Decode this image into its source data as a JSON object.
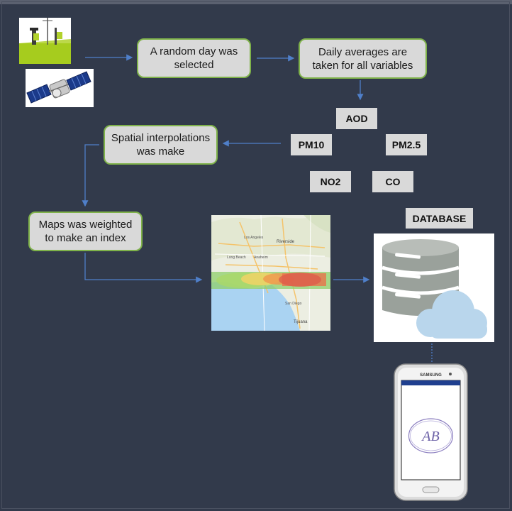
{
  "steps": {
    "random_day": "A random day was selected",
    "daily_averages": "Daily averages are taken for all variables",
    "spatial_interp": "Spatial interpolations was make",
    "maps_weighted": "Maps was weighted to make an index"
  },
  "variables": [
    "AOD",
    "PM10",
    "PM2.5",
    "NO2",
    "CO"
  ],
  "database_label": "DATABASE",
  "map_labels": {
    "los_angeles": "Los Angeles",
    "riverside": "Riverside",
    "long_beach": "Long Beach",
    "anaheim": "Anaheim",
    "san_diego": "San Diego",
    "tijuana": "Tijuana"
  },
  "phone_brand": "SAMSUNG",
  "app_logo": "AB",
  "colors": {
    "background": "#323a4b",
    "box_fill": "#d9d9d9",
    "box_border": "#7fb24a",
    "arrow": "#4f7fc9"
  }
}
